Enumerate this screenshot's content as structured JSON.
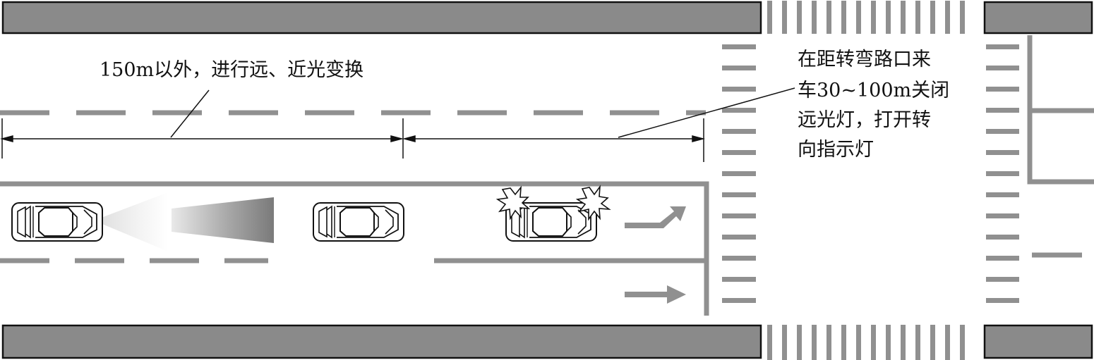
{
  "annotations": {
    "left_label": "150m以外，进行远、近光变换",
    "right_label_lines": [
      "在距转弯路口来",
      "车30~100m关闭",
      "远光灯，打开转",
      "向指示灯"
    ]
  },
  "cars": [
    {
      "name": "car-left",
      "lights": "beam"
    },
    {
      "name": "car-middle",
      "lights": "none"
    },
    {
      "name": "car-right",
      "lights": "indicator"
    }
  ],
  "arrows": [
    {
      "name": "right-turn-arrow",
      "kind": "turn-right"
    },
    {
      "name": "straight-arrow",
      "kind": "straight"
    }
  ],
  "colors": {
    "road_marking": "#909090",
    "kerb_fill": "#8a8a8a",
    "outline": "#111111",
    "background": "#ffffff"
  }
}
